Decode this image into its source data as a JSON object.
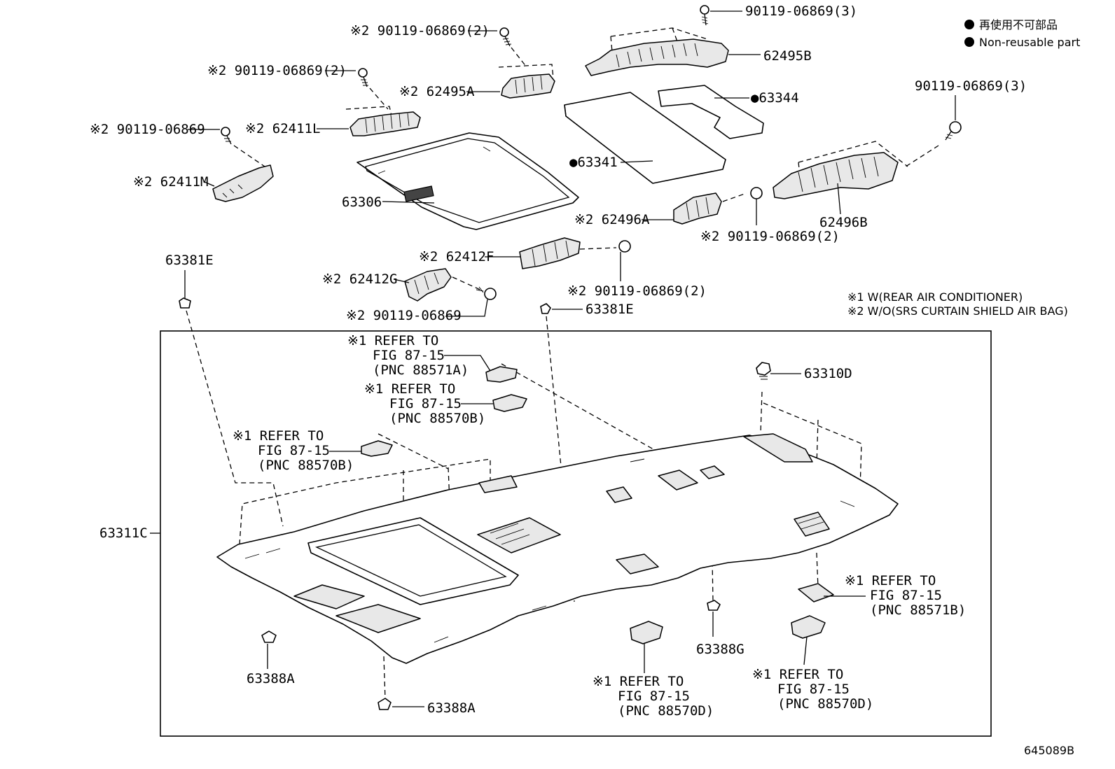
{
  "legend": {
    "non_reusable_ja": "再使用不可部品",
    "non_reusable_en": "Non-reusable part",
    "note1": "※1 W(REAR AIR CONDITIONER)",
    "note2": "※2 W/O(SRS CURTAIN SHIELD AIR BAG)"
  },
  "labels": {
    "bolt_top": "90119-06869(3)",
    "bolt_2a": "※2 90119-06869(2)",
    "bolt_2b": "※2 90119-06869(2)",
    "bolt_2c": "※2 90119-06869",
    "bolt_right": "90119-06869(3)",
    "bolt_496a": "※2 90119-06869(2)",
    "bolt_412f": "※2 90119-06869(2)",
    "bolt_412g": "※2 90119-06869",
    "p62495B": "62495B",
    "p62495A": "※2 62495A",
    "p62411L": "※2 62411L",
    "p62411M": "※2 62411M",
    "p63344": "●63344",
    "p63341": "●63341",
    "p63306": "63306",
    "p62496A": "※2 62496A",
    "p62496B": "62496B",
    "p62412F": "※2 62412F",
    "p62412G": "※2 62412G",
    "p63381E_left": "63381E",
    "p63381E_right": "63381E",
    "p63310D": "63310D",
    "p63311C": "63311C",
    "p63388A_a": "63388A",
    "p63388A_b": "63388A",
    "p63388G": "63388G",
    "figure_id": "645089B"
  },
  "refer_callouts": [
    {
      "line1": "※1 REFER TO",
      "line2": "FIG 87-15",
      "line3": "(PNC 88571A)"
    },
    {
      "line1": "※1 REFER TO",
      "line2": "FIG 87-15",
      "line3": "(PNC 88570B)"
    },
    {
      "line1": "※1 REFER TO",
      "line2": "FIG 87-15",
      "line3": "(PNC 88570B)"
    },
    {
      "line1": "※1 REFER TO",
      "line2": "FIG 87-15",
      "line3": "(PNC 88571B)"
    },
    {
      "line1": "※1 REFER TO",
      "line2": "FIG 87-15",
      "line3": "(PNC 88570D)"
    },
    {
      "line1": "※1 REFER TO",
      "line2": "FIG 87-15",
      "line3": "(PNC 88570D)"
    }
  ]
}
